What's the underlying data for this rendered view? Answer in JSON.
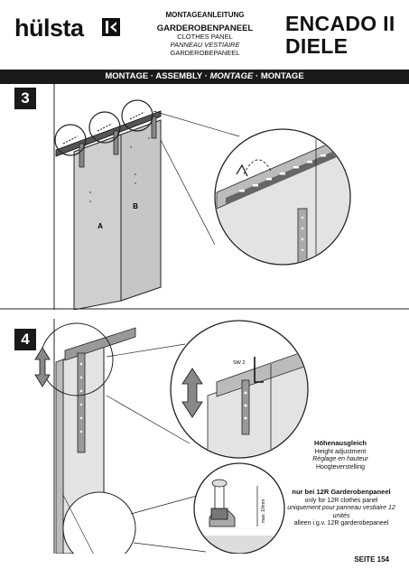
{
  "brand": {
    "name": "hülsta"
  },
  "header": {
    "line1": "MONTAGEANLEITUNG",
    "line2": "GARDEROBENPANEEL",
    "line3": "CLOTHES PANEL",
    "line4": "PANNEAU VESTIAIRE",
    "line5": "GARDEROBEPANEEL",
    "model_line1": "ENCADO II",
    "model_line2": "DIELE"
  },
  "bar": {
    "de": "MONTAGE",
    "en": "ASSEMBLY",
    "fr": "MONTAGE",
    "nl": "MONTAGE",
    "sep": "·"
  },
  "step3": {
    "number": "3",
    "label_a": "A",
    "label_b": "B"
  },
  "step4": {
    "number": "4",
    "tool": "SW 2",
    "height_title": "Höhenausgleich",
    "height_en": "Height adjustment",
    "height_fr": "Réglage en hauteur",
    "height_nl": "Hoogteverstelling",
    "max_label": "max. 10mm",
    "note_title": "nur bei 12R Garderobenpaneel",
    "note_en": "only for 12R clothes panel",
    "note_fr": "uniquement pour panneau vestiaire 12 unités",
    "note_nl": "alleen i.g.v. 12R garderobepaneel"
  },
  "footer": {
    "page": "SEITE 154"
  },
  "colors": {
    "panel": "#cfcfcf",
    "dark": "#1a1a1a",
    "panel_face": "#e3e3e3"
  }
}
